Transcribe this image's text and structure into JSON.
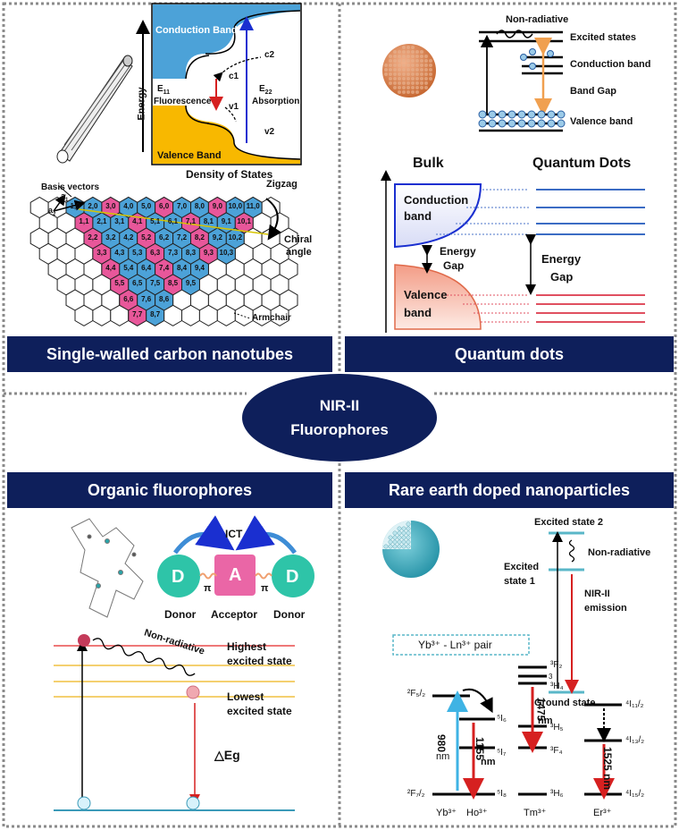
{
  "center": {
    "line1": "NIR-II",
    "line2": "Fluorophores"
  },
  "banners": {
    "swcnt": "Single-walled carbon nanotubes",
    "qd": "Quantum dots",
    "organic": "Organic fluorophores",
    "rare_earth": "Rare earth doped nanoparticles"
  },
  "swcnt": {
    "conduction_band": "Conduction  Band",
    "valence_band": "Valence Band",
    "energy": "Energy",
    "dos": "Density of States",
    "c1": "c1",
    "c2": "c2",
    "v1": "v1",
    "v2": "v2",
    "e11": "E",
    "e11_sub": "11",
    "e22": "E",
    "e22_sub": "22",
    "fluorescence": "Fluorescence",
    "absorption": "Absorption",
    "basis_vectors": "Basis vectors",
    "a1": "a",
    "a1_sub": "1",
    "a2": "a",
    "a2_sub": "2",
    "zigzag": "Zigzag",
    "chiral": "Chiral",
    "angle": "angle",
    "armchair": "Armchair",
    "hex_rows": [
      [
        "1,0",
        "2,0",
        "3,0",
        "4,0",
        "5,0",
        "6,0",
        "7,0",
        "8,0",
        "9,0",
        "10,0",
        "11,0"
      ],
      [
        "1,1",
        "2,1",
        "3,1",
        "4,1",
        "5,1",
        "6,1",
        "7,1",
        "8,1",
        "9,1",
        "10,1"
      ],
      [
        "2,2",
        "3,2",
        "4,2",
        "5,2",
        "6,2",
        "7,2",
        "8,2",
        "9,2",
        "10,2"
      ],
      [
        "3,3",
        "4,3",
        "5,3",
        "6,3",
        "7,3",
        "8,3",
        "9,3",
        "10,3"
      ],
      [
        "4,4",
        "5,4",
        "6,4",
        "7,4",
        "8,4",
        "9,4"
      ],
      [
        "5,5",
        "6,5",
        "7,5",
        "8,5",
        "9,5"
      ],
      [
        "6,6",
        "7,6",
        "8,6"
      ],
      [
        "7,7",
        "8,7"
      ]
    ]
  },
  "qd": {
    "non_radiative": "Non-radiative",
    "excited_states": "Excited states",
    "conduction_band": "Conduction band",
    "band_gap": "Band Gap",
    "valence_band": "Valence band",
    "bulk": "Bulk",
    "quantum_dots": "Quantum Dots",
    "cb_line1": "Conduction",
    "cb_line2": "band",
    "vb_line1": "Valence",
    "vb_line2": "band",
    "energy_gap1": "Energy",
    "energy_gap2": "Gap",
    "energy_gap_qd1": "Energy",
    "energy_gap_qd2": "Gap"
  },
  "organic": {
    "ict": "ICT",
    "d": "D",
    "a": "A",
    "pi": "π",
    "donor": "Donor",
    "acceptor": "Acceptor",
    "non_radiative": "Non-radiative",
    "highest1": "Highest",
    "highest2": "excited state",
    "lowest1": "Lowest",
    "lowest2": "excited state",
    "eg": "△Eg"
  },
  "rare_earth": {
    "excited_state_2": "Excited state 2",
    "non_radiative": "Non-radiative",
    "excited_state_1a": "Excited",
    "excited_state_1b": "state 1",
    "nir_emission1": "NIR-II",
    "nir_emission2": "emission",
    "ground_state": "Ground state",
    "pair": "Yb³⁺ - Ln³⁺ pair",
    "f52": "²F₅/₂",
    "f72": "²F₇/₂",
    "i6": "⁵I₆",
    "i7": "⁵I₇",
    "i8": "⁵I₈",
    "f2": "³F₂",
    "h4": "³H₄",
    "h5": "³H₅",
    "f4": "³F₄",
    "h6": "³H₆",
    "i112": "⁴I₁₁/₂",
    "i132": "⁴I₁₃/₂",
    "i152": "⁴I₁₅/₂",
    "three": "3",
    "yb": "Yb³⁺",
    "ho": "Ho³⁺",
    "tm": "Tm³⁺",
    "er": "Er³⁺",
    "nm980_a": "980",
    "nm980_b": "nm",
    "nm1155": "1155",
    "nm1155b": "nm",
    "nm1475": "1475",
    "nm1475b": "nm",
    "nm1525": "1525 nm"
  }
}
